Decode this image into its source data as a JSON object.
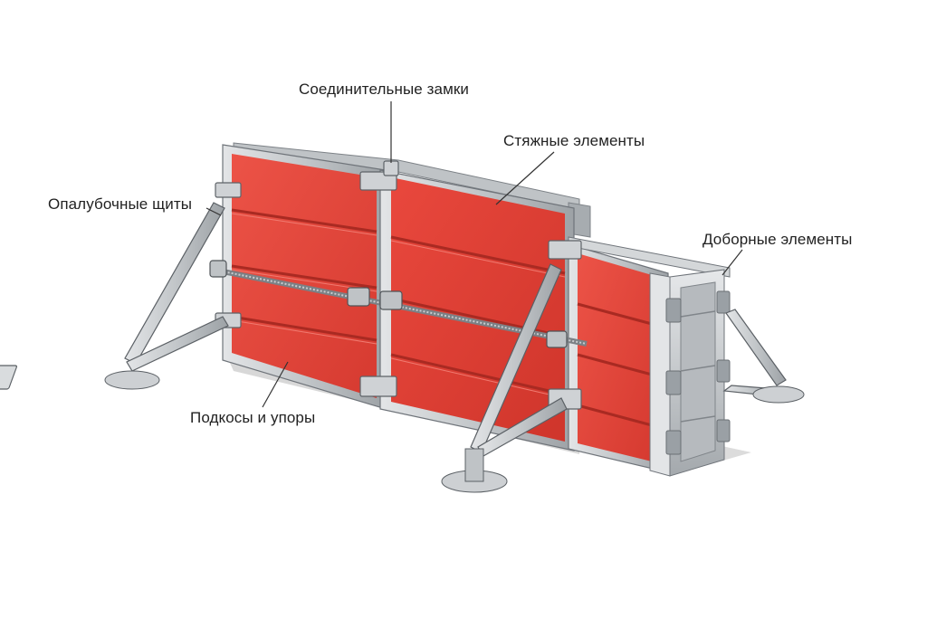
{
  "diagram": {
    "labels": {
      "connecting_locks": "Соединительные замки",
      "tie_elements": "Стяжные элементы",
      "formwork_panels": "Опалубочные щиты",
      "filler_elements": "Доборные элементы",
      "braces_and_supports": "Подкосы и упоры"
    },
    "colors": {
      "panel_face": "#e5463c",
      "panel_rib": "#b02a22",
      "steel_frame": "#c9ccce",
      "steel_dark": "#8a8f94",
      "leader_line": "#333333"
    }
  }
}
